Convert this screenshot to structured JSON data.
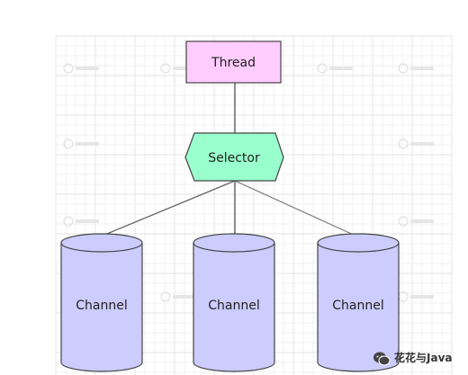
{
  "diagram": {
    "thread": {
      "label": "Thread"
    },
    "selector": {
      "label": "Selector"
    },
    "channels": [
      {
        "label": "Channel"
      },
      {
        "label": "Channel"
      },
      {
        "label": "Channel"
      }
    ]
  },
  "colors": {
    "thread_fill": "#ffccff",
    "selector_fill": "#99ffcc",
    "channel_fill": "#ccccff",
    "stroke": "#555555",
    "grid": "#eeeeee"
  },
  "watermark": {
    "text": "花花与Java",
    "icon": "chat-bubble-icon"
  }
}
